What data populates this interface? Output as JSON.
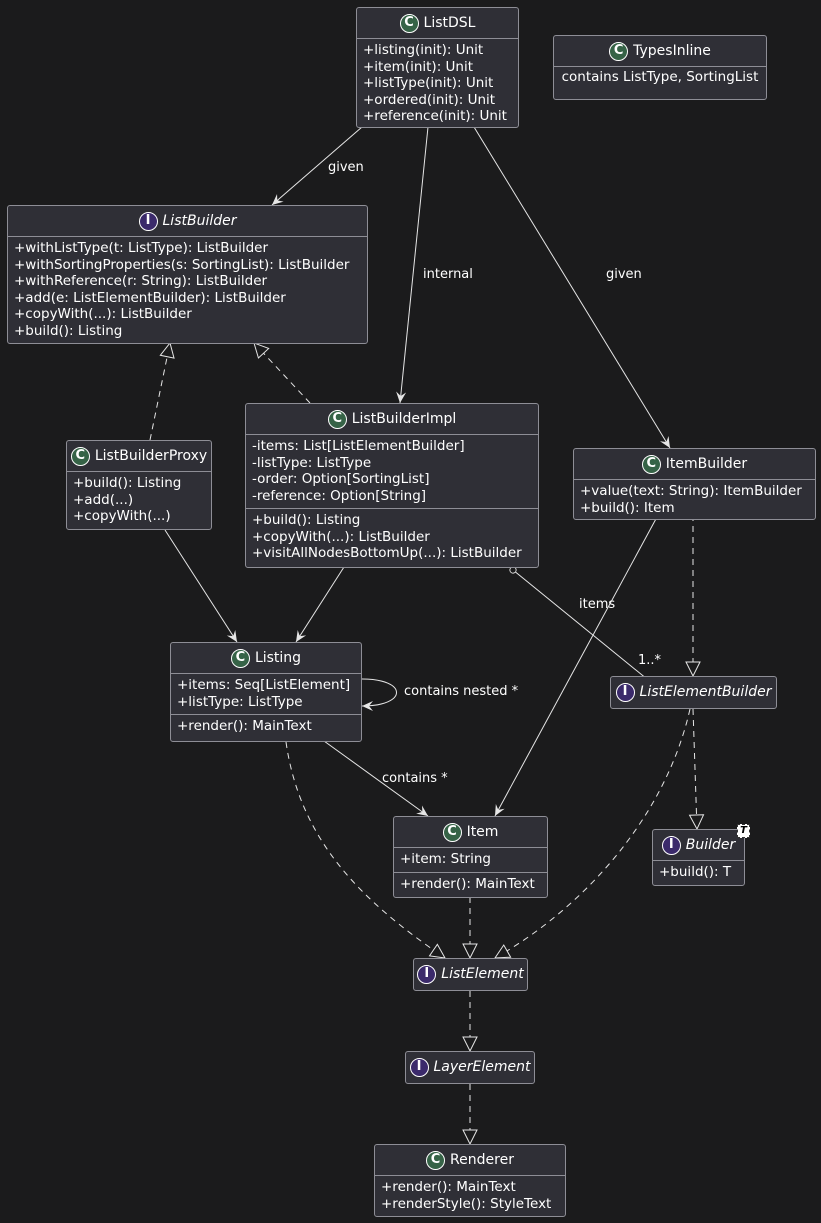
{
  "diagram": {
    "nodes": {
      "ListDSL": {
        "kind": "class",
        "name": "ListDSL",
        "members": [
          [
            "+listing(init): Unit",
            "+item(init): Unit",
            "+listType(init): Unit",
            "+ordered(init): Unit",
            "+reference(init): Unit"
          ]
        ]
      },
      "TypesInline": {
        "kind": "class",
        "name": "TypesInline",
        "members": [
          [
            "contains ListType, SortingList"
          ]
        ]
      },
      "ListBuilder": {
        "kind": "interface",
        "name": "ListBuilder",
        "members": [
          [
            "+withListType(t: ListType): ListBuilder",
            "+withSortingProperties(s: SortingList): ListBuilder",
            "+withReference(r: String): ListBuilder",
            "+add(e: ListElementBuilder): ListBuilder",
            "+copyWith(...): ListBuilder",
            "+build(): Listing"
          ]
        ]
      },
      "ListBuilderProxy": {
        "kind": "class",
        "name": "ListBuilderProxy",
        "members": [
          [
            "+build(): Listing",
            "+add(...)",
            "+copyWith(...)"
          ]
        ]
      },
      "ListBuilderImpl": {
        "kind": "class",
        "name": "ListBuilderImpl",
        "members": [
          [
            "-items: List[ListElementBuilder]",
            "-listType: ListType",
            "-order: Option[SortingList]",
            "-reference: Option[String]"
          ],
          [
            "+build(): Listing",
            "+copyWith(...): ListBuilder",
            "+visitAllNodesBottomUp(...): ListBuilder"
          ]
        ]
      },
      "ItemBuilder": {
        "kind": "class",
        "name": "ItemBuilder",
        "members": [
          [
            "+value(text: String): ItemBuilder",
            "+build(): Item"
          ]
        ]
      },
      "Listing": {
        "kind": "class",
        "name": "Listing",
        "members": [
          [
            "+items: Seq[ListElement]",
            "+listType: ListType"
          ],
          [
            "+render(): MainText"
          ]
        ]
      },
      "ListElementBuilder": {
        "kind": "interface",
        "name": "ListElementBuilder",
        "members": []
      },
      "Item": {
        "kind": "class",
        "name": "Item",
        "members": [
          [
            "+item: String"
          ],
          [
            "+render(): MainText"
          ]
        ]
      },
      "Builder": {
        "kind": "interface",
        "name": "Builder",
        "generic": "T",
        "members": [
          [
            "+build(): T"
          ]
        ]
      },
      "ListElement": {
        "kind": "interface",
        "name": "ListElement",
        "members": []
      },
      "LayerElement": {
        "kind": "interface",
        "name": "LayerElement",
        "members": []
      },
      "Renderer": {
        "kind": "class",
        "name": "Renderer",
        "members": [
          [
            "+render(): MainText",
            "+renderStyle(): StyleText"
          ]
        ]
      }
    },
    "edge_labels": {
      "given_listbuilder": "given",
      "internal": "internal",
      "given_itembuilder": "given",
      "items": "items",
      "multiplicity": "1..*",
      "contains_nested": "contains nested *",
      "contains": "contains *"
    },
    "colors": {
      "background": "#1b1b1c",
      "node_fill": "#2f2f36",
      "border": "#8e8e96",
      "class_badge": "#366347",
      "interface_badge": "#3b2a6b",
      "text": "#ffffff"
    }
  }
}
